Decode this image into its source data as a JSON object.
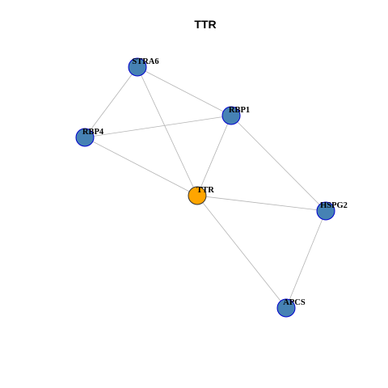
{
  "title": "TTR",
  "colors": {
    "focus_fill": "#FFA500",
    "neighbor_fill": "#4682B4",
    "node_border": "#0000CD",
    "edge": "#B3B3B3",
    "background": "#FFFFFF"
  },
  "nodes": [
    {
      "id": "STRA6",
      "label": "STRA6",
      "role": "neighbor"
    },
    {
      "id": "RBP1",
      "label": "RBP1",
      "role": "neighbor"
    },
    {
      "id": "RBP4",
      "label": "RBP4",
      "role": "neighbor"
    },
    {
      "id": "TTR",
      "label": "TTR",
      "role": "focus"
    },
    {
      "id": "HSPG2",
      "label": "HSPG2",
      "role": "neighbor"
    },
    {
      "id": "APCS",
      "label": "APCS",
      "role": "neighbor"
    }
  ],
  "edges": [
    {
      "source": "STRA6",
      "target": "RBP1"
    },
    {
      "source": "STRA6",
      "target": "RBP4"
    },
    {
      "source": "STRA6",
      "target": "TTR"
    },
    {
      "source": "RBP1",
      "target": "RBP4"
    },
    {
      "source": "RBP1",
      "target": "TTR"
    },
    {
      "source": "RBP1",
      "target": "HSPG2"
    },
    {
      "source": "RBP4",
      "target": "TTR"
    },
    {
      "source": "TTR",
      "target": "HSPG2"
    },
    {
      "source": "TTR",
      "target": "APCS"
    },
    {
      "source": "HSPG2",
      "target": "APCS"
    }
  ]
}
